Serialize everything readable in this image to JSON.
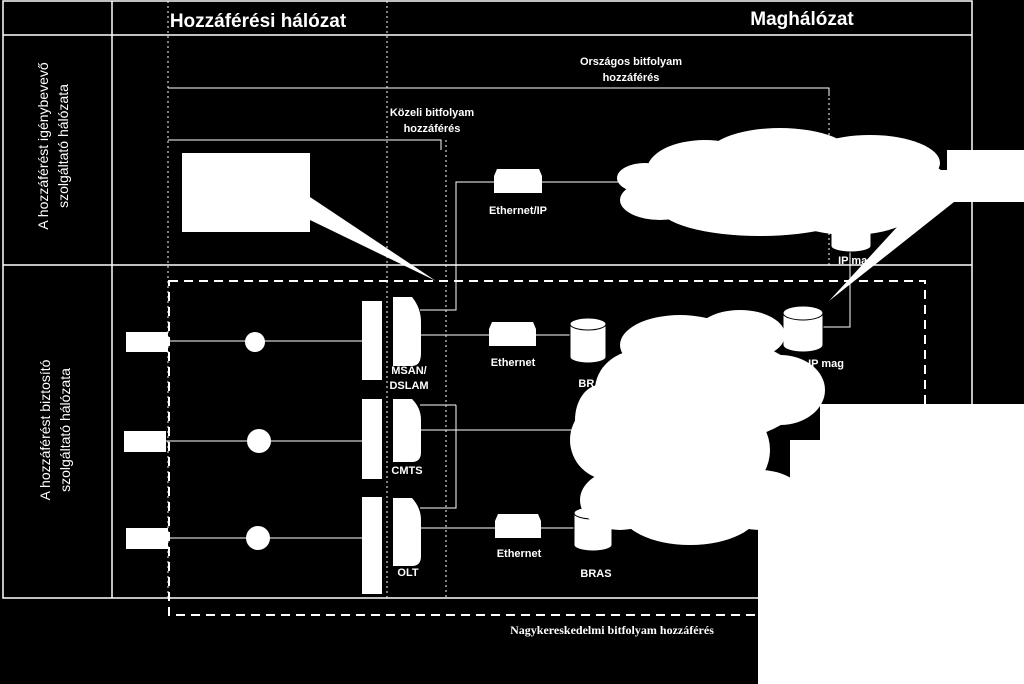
{
  "headers": {
    "access_network": "Hozzáférési hálózat",
    "core_network": "Maghálózat"
  },
  "row_labels": {
    "top_line1": "A hozzáférést igénybevevő",
    "top_line2": "szolgáltató hálózata",
    "bottom_line1": "A hozzáférést biztosító",
    "bottom_line2": "szolgáltató hálózata"
  },
  "bitstream": {
    "national_line1": "Országos bitfolyam",
    "national_line2": "hozzáférés",
    "local_line1": "Közeli bitfolyam",
    "local_line2": "hozzáférés",
    "wholesale": "Nagykereskedelmi bitfolyam hozzáférés"
  },
  "devices": {
    "ethernet_ip": "Ethernet/IP",
    "ip_core_top": "IP mag",
    "ip_core": "IP mag",
    "msan_line1": "MSAN/",
    "msan_line2": "DSLAM",
    "cmts": "CMTS",
    "olt": "OLT",
    "ethernet_1": "Ethernet",
    "ethernet_2": "Ethernet",
    "bras_1": "BRAS",
    "bras_2": "BRAS"
  },
  "colors": {
    "background": "#000000",
    "foreground": "#ffffff"
  }
}
